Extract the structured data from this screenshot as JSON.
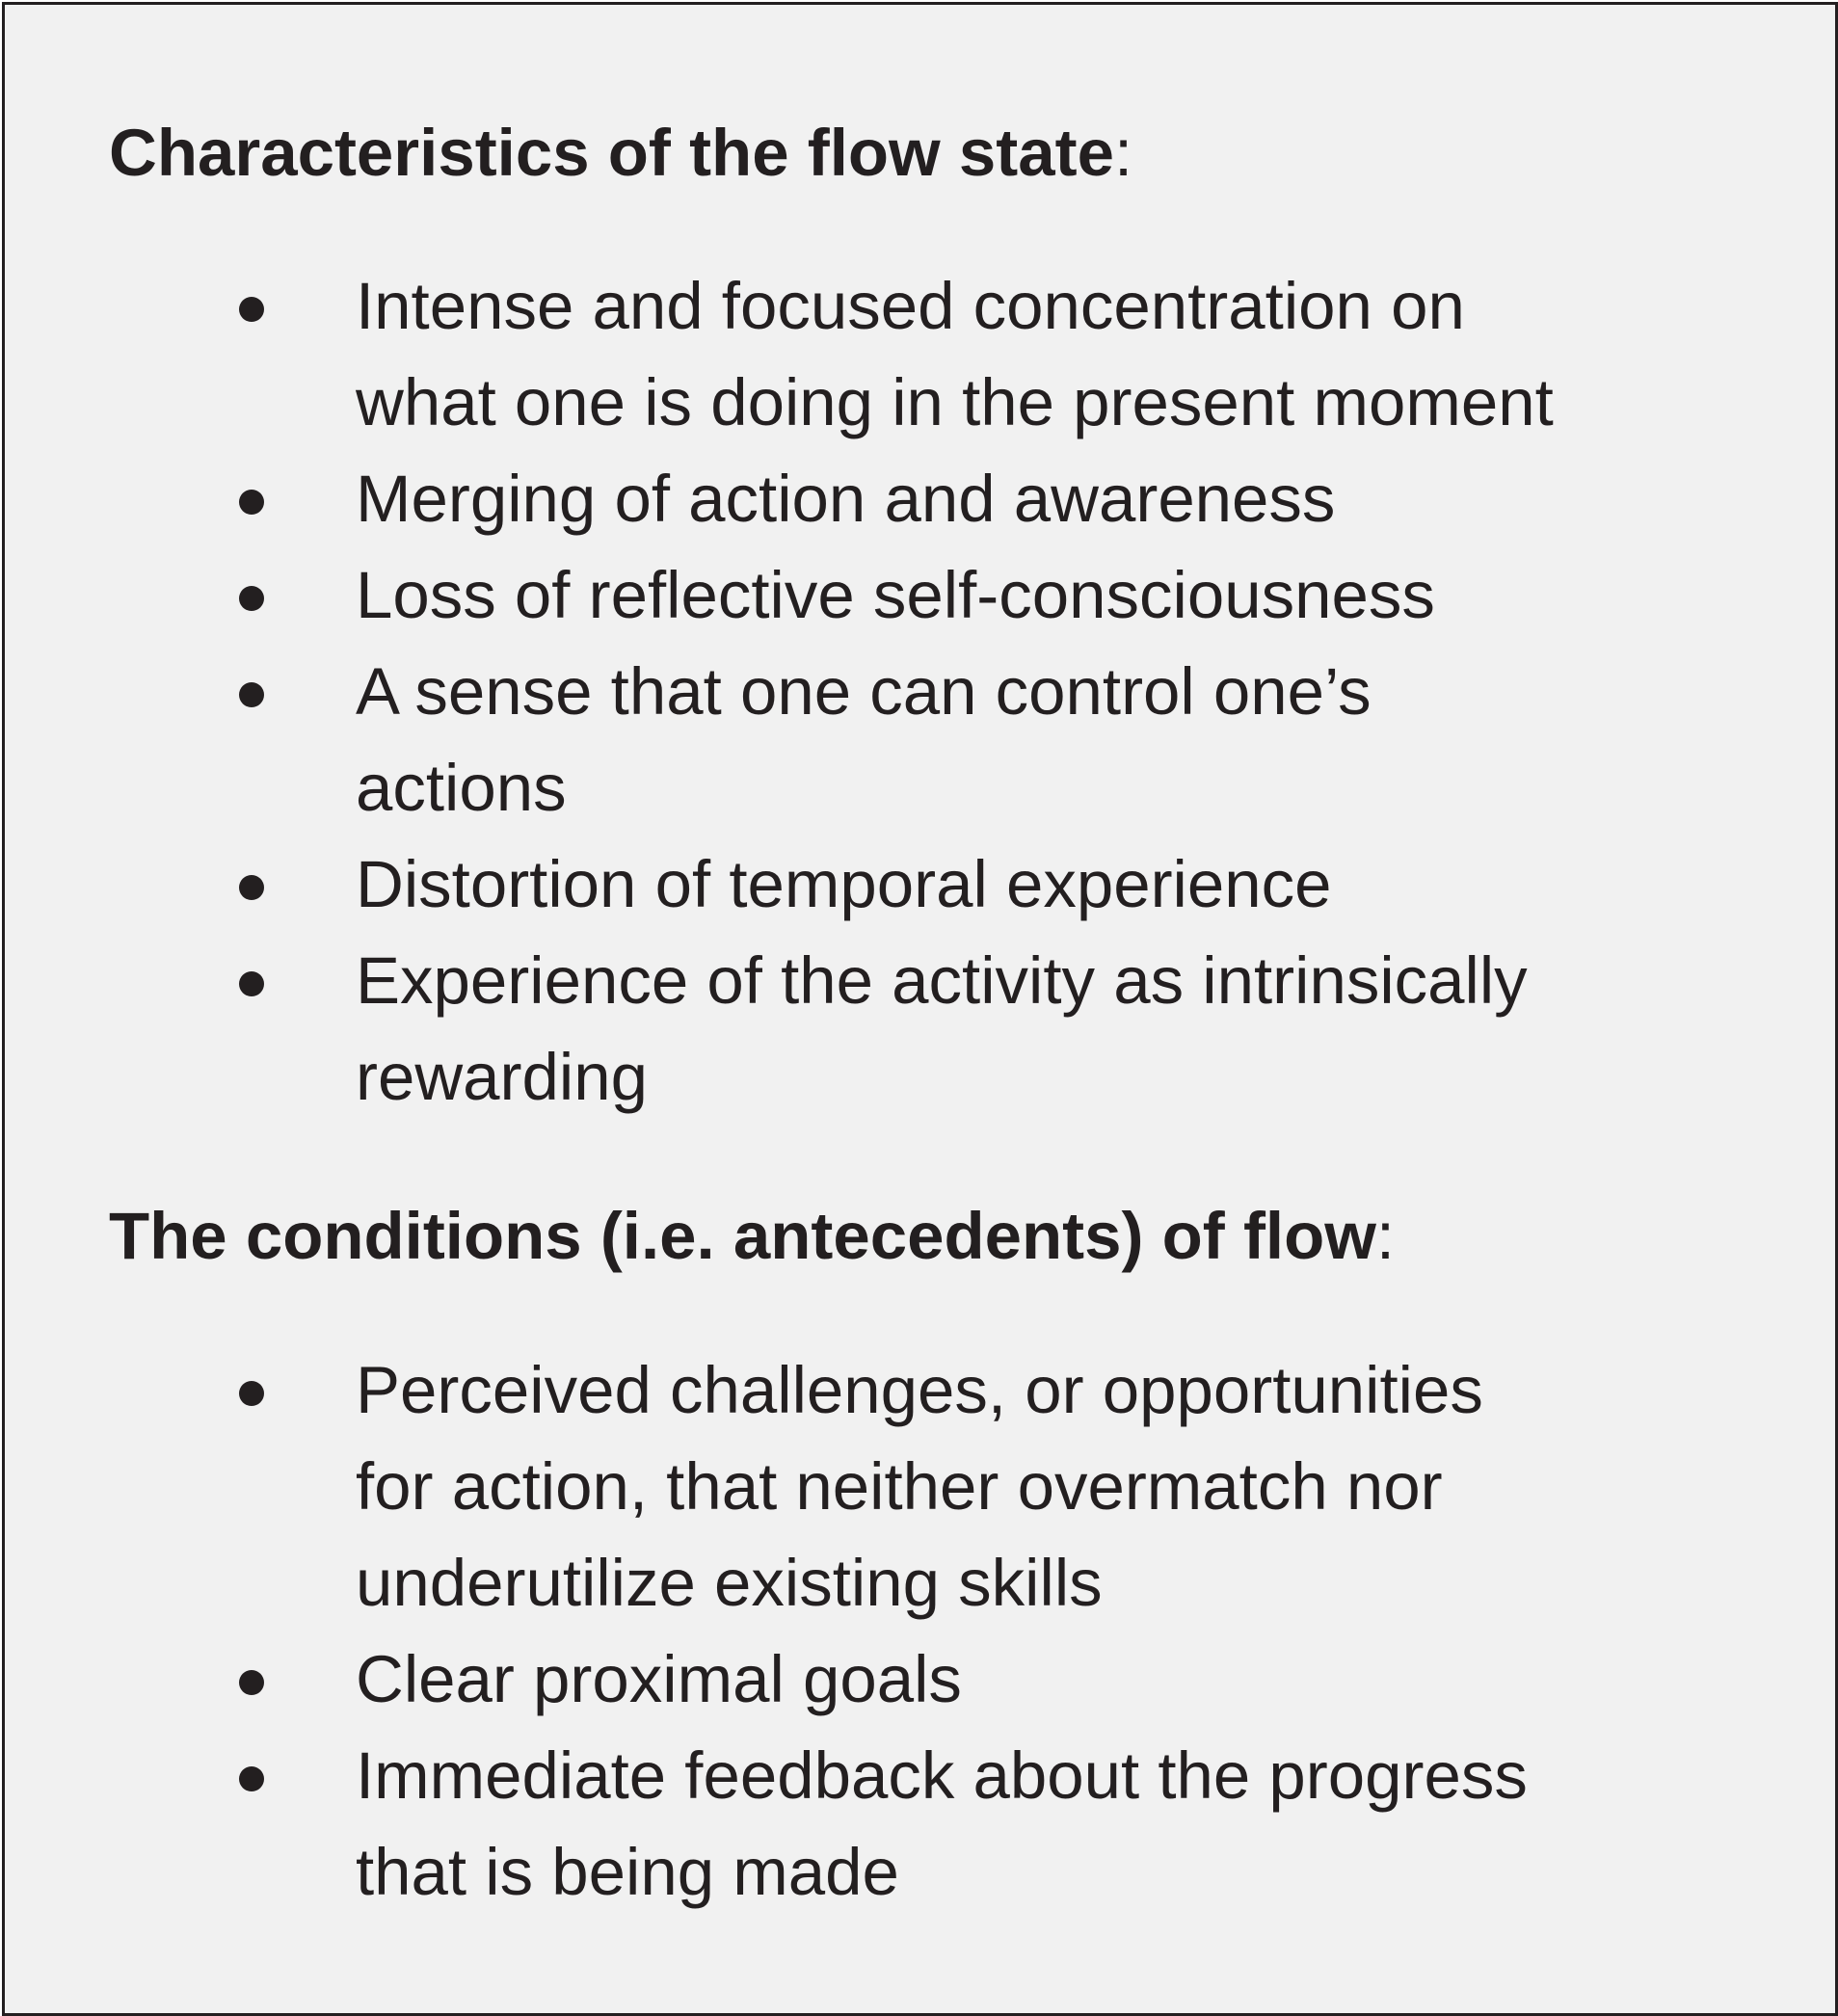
{
  "section1": {
    "title": "Characteristics of the flow state",
    "colon": ":",
    "items": [
      [
        "Intense and focused concentration on",
        "what one is doing in the present moment"
      ],
      [
        "Merging of action and awareness"
      ],
      [
        "Loss of reflective self-consciousness"
      ],
      [
        "A sense that one can control one’s",
        "actions"
      ],
      [
        "Distortion of temporal experience"
      ],
      [
        "Experience of the activity as intrinsically",
        "rewarding"
      ]
    ]
  },
  "section2": {
    "title": "The conditions (i.e. antecedents) of flow",
    "colon": ":",
    "items": [
      [
        "Perceived challenges, or opportunities",
        "for action, that neither overmatch nor",
        "underutilize existing skills"
      ],
      [
        "Clear proximal goals"
      ],
      [
        "Immediate feedback about the progress",
        "that is being made"
      ]
    ]
  }
}
